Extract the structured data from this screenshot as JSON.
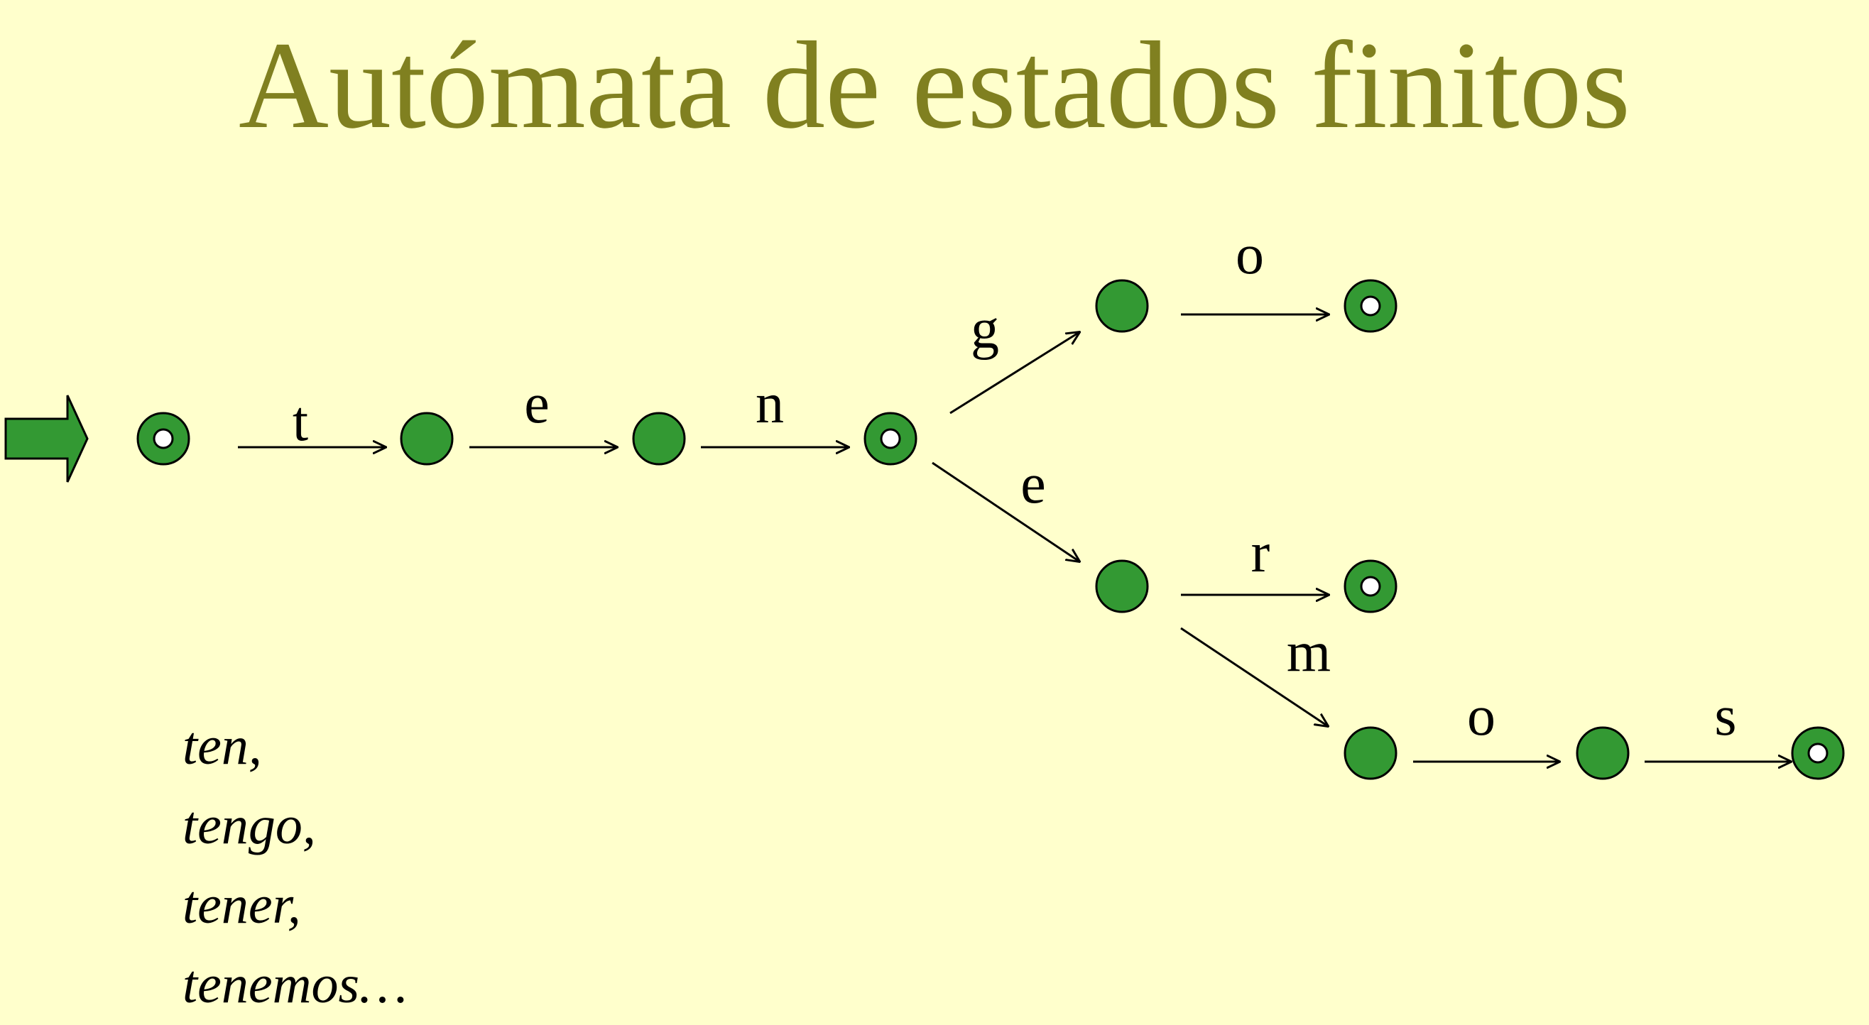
{
  "title": "Autómata de estados finitos",
  "state_color": "#339933",
  "title_color": "#808020",
  "background_color": "#ffffcc",
  "start_arrow_icon": "start-arrow-icon",
  "states": [
    {
      "id": "q0",
      "final": true
    },
    {
      "id": "q1",
      "final": false
    },
    {
      "id": "q2",
      "final": false
    },
    {
      "id": "q3",
      "final": true
    },
    {
      "id": "q4",
      "final": false
    },
    {
      "id": "q5",
      "final": true
    },
    {
      "id": "q6",
      "final": false
    },
    {
      "id": "q7",
      "final": true
    },
    {
      "id": "q8",
      "final": false
    },
    {
      "id": "q9",
      "final": false
    },
    {
      "id": "q10",
      "final": true
    }
  ],
  "transitions": [
    {
      "from": "q0",
      "to": "q1",
      "label": "t"
    },
    {
      "from": "q1",
      "to": "q2",
      "label": "e"
    },
    {
      "from": "q2",
      "to": "q3",
      "label": "n"
    },
    {
      "from": "q3",
      "to": "q4",
      "label": "g"
    },
    {
      "from": "q4",
      "to": "q5",
      "label": "o"
    },
    {
      "from": "q3",
      "to": "q6",
      "label": "e"
    },
    {
      "from": "q6",
      "to": "q7",
      "label": "r"
    },
    {
      "from": "q6",
      "to": "q8",
      "label": "m"
    },
    {
      "from": "q8",
      "to": "q9",
      "label": "o"
    },
    {
      "from": "q9",
      "to": "q10",
      "label": "s"
    }
  ],
  "words": [
    "ten,",
    "tengo,",
    "tener,",
    "tenemos…"
  ]
}
